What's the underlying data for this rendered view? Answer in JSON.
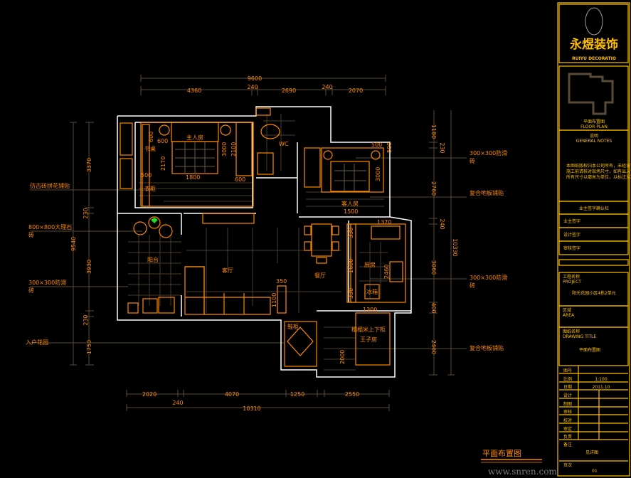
{
  "drawing_title": "平面布置图",
  "top_dims": {
    "overall": "9600",
    "seg1": "4360",
    "seg2": "240",
    "seg3": "2690",
    "seg4": "240",
    "seg5": "2070"
  },
  "bottom_dims": {
    "seg1": "2020",
    "seg2": "4070",
    "seg3": "1250",
    "seg4": "2550",
    "wall": "240",
    "overall": "10310"
  },
  "left_dims": {
    "overall": "9540",
    "seg1": "3370",
    "seg2": "230",
    "seg3": "3930",
    "seg4": "230",
    "seg5": "1750"
  },
  "right_dims": {
    "overall": "10330",
    "seg1": "1180",
    "seg2": "230",
    "seg3": "2760",
    "seg4": "240",
    "seg5": "3060",
    "seg6": "400",
    "seg7": "2460"
  },
  "left_notes": [
    "仿古砖拼花铺贴",
    "800×800大理石",
    "砖",
    "300×300防滑",
    "砖",
    "入户花园"
  ],
  "right_notes": [
    "300×300防滑",
    "砖",
    "复合地板铺贴",
    "300×300防滑",
    "砖",
    "复合地板铺贴"
  ],
  "rooms": {
    "master": "主人房",
    "wardrobe": "衣柜",
    "desk": "书桌",
    "wc": "WC",
    "second": "客人房",
    "balcony": "阳台",
    "living": "客厅",
    "dining": "餐厅",
    "kitchen": "厨房",
    "fridge": "冰箱",
    "kids1": "榻榻米上下柜",
    "kids2": "王子房",
    "shoe": "鞋柜"
  },
  "room_dims": [
    "600",
    "600",
    "2170",
    "500",
    "1800",
    "3000",
    "2100",
    "600",
    "500",
    "500",
    "3000",
    "1500",
    "1370",
    "330",
    "1600",
    "330",
    "2460",
    "350",
    "1100",
    "1300",
    "2000"
  ],
  "title_block": {
    "company": "永煜装饰",
    "company_en": "RUIYU DECORATIO",
    "keyplan_label": "平面布置图",
    "keyplan_sub": "FLOOR PLAN",
    "notes_title": "说明",
    "notes_sub": "GENERAL NOTES",
    "notes_text": [
      "本图纸版权归本公司所有，未经许可不得复制。",
      "施工前请核对现场尺寸，如有出入请及时通知。",
      "所有尺寸以毫米为单位，以标注为准。"
    ],
    "client_row": "业主签字确认栏",
    "rows": [
      "业主签字",
      "设计签字",
      "审核签字"
    ],
    "project_label": "工程名称",
    "project_sub": "PROJECT",
    "project_value": "阳光花园小区4栋2单元",
    "area_label": "区域",
    "area_sub": "AREA",
    "drawing_label": "图纸名称",
    "drawing_sub": "DRAWING TITLE",
    "drawing_value": "平面布置图",
    "meta": [
      {
        "label": "图号",
        "value": ""
      },
      {
        "label": "比例",
        "value": "1:100"
      },
      {
        "label": "日期",
        "value": "2011.10"
      },
      {
        "label": "设计",
        "value": ""
      },
      {
        "label": "制图",
        "value": ""
      },
      {
        "label": "审核",
        "value": ""
      },
      {
        "label": "校对",
        "value": ""
      },
      {
        "label": "审定",
        "value": ""
      },
      {
        "label": "负责",
        "value": ""
      }
    ],
    "remark_label": "备注",
    "remark_value": "见详图",
    "page_label": "页次",
    "page_value": "01"
  },
  "watermark": "www.snren.com"
}
